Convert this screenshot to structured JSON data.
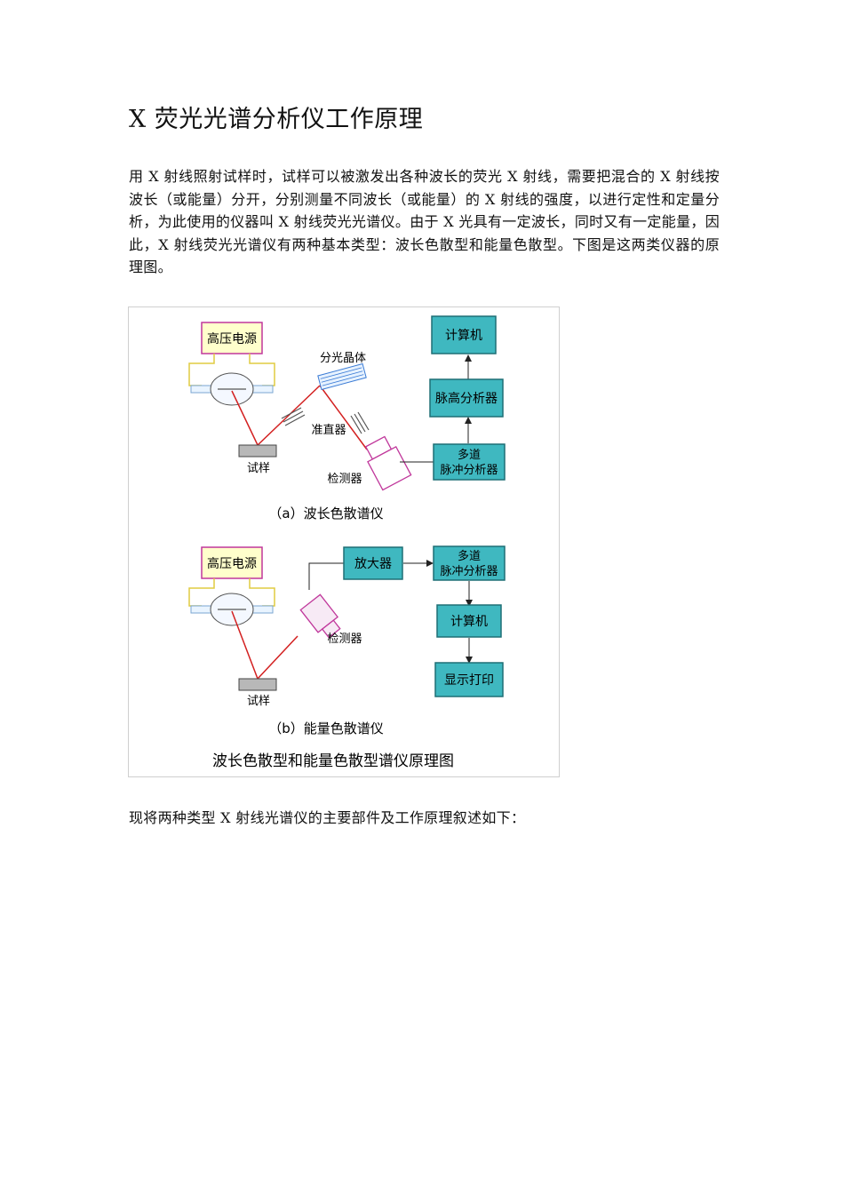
{
  "title": "X 荧光光谱分析仪工作原理",
  "intro": "用 X 射线照射试样时，试样可以被激发出各种波长的荧光 X 射线，需要把混合的 X 射线按波长（或能量）分开，分别测量不同波长（或能量）的 X 射线的强度，以进行定性和定量分析，为此使用的仪器叫 X 射线荧光光谱仪。由于 X 光具有一定波长，同时又有一定能量，因此，X 射线荧光光谱仪有两种基本类型：波长色散型和能量色散型。下图是这两类仪器的原理图。",
  "outro": "现将两种类型 X 射线光谱仪的主要部件及工作原理叙述如下：",
  "colors": {
    "box_fill": "#3fb8c0",
    "hv_border": "#c0379b",
    "hv_fill": "#ffffcc",
    "beam": "#d32020",
    "tube": "#e0cc40"
  },
  "figure": {
    "a": {
      "hv": "高压电源",
      "crystal": "分光晶体",
      "collimator": "准直器",
      "sample": "试样",
      "detector": "检测器",
      "computer": "计算机",
      "pha": "脉高分析器",
      "mca_line1": "多道",
      "mca_line2": "脉冲分析器",
      "caption": "（a）波长色散谱仪"
    },
    "b": {
      "hv": "高压电源",
      "amplifier": "放大器",
      "mca_line1": "多道",
      "mca_line2": "脉冲分析器",
      "computer": "计算机",
      "display": "显示打印",
      "detector": "检测器",
      "sample": "试样",
      "caption": "（b）能量色散谱仪"
    },
    "caption": "波长色散型和能量色散型谱仪原理图"
  }
}
